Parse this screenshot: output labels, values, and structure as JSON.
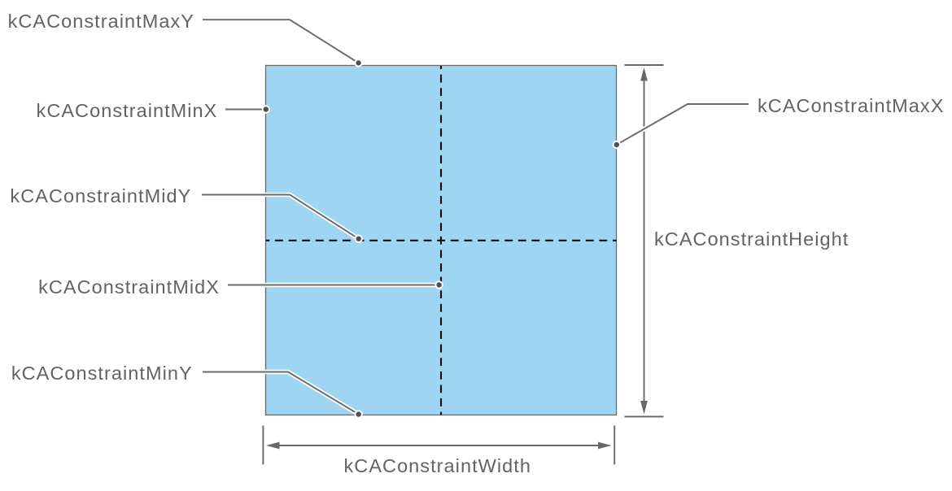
{
  "labels": {
    "max_y": "kCAConstraintMaxY",
    "min_x": "kCAConstraintMinX",
    "mid_y": "kCAConstraintMidY",
    "mid_x": "kCAConstraintMidX",
    "min_y": "kCAConstraintMinY",
    "max_x": "kCAConstraintMaxX",
    "height": "kCAConstraintHeight",
    "width": "kCAConstraintWidth"
  },
  "colors": {
    "background": "#ffffff",
    "layer_fill": "#9dd5f2",
    "layer_border": "#6b6b6b",
    "line_gray": "#686868",
    "dot_gray": "#4f4f52",
    "dash_black": "#0a0a0a",
    "text_gray": "#636366"
  }
}
